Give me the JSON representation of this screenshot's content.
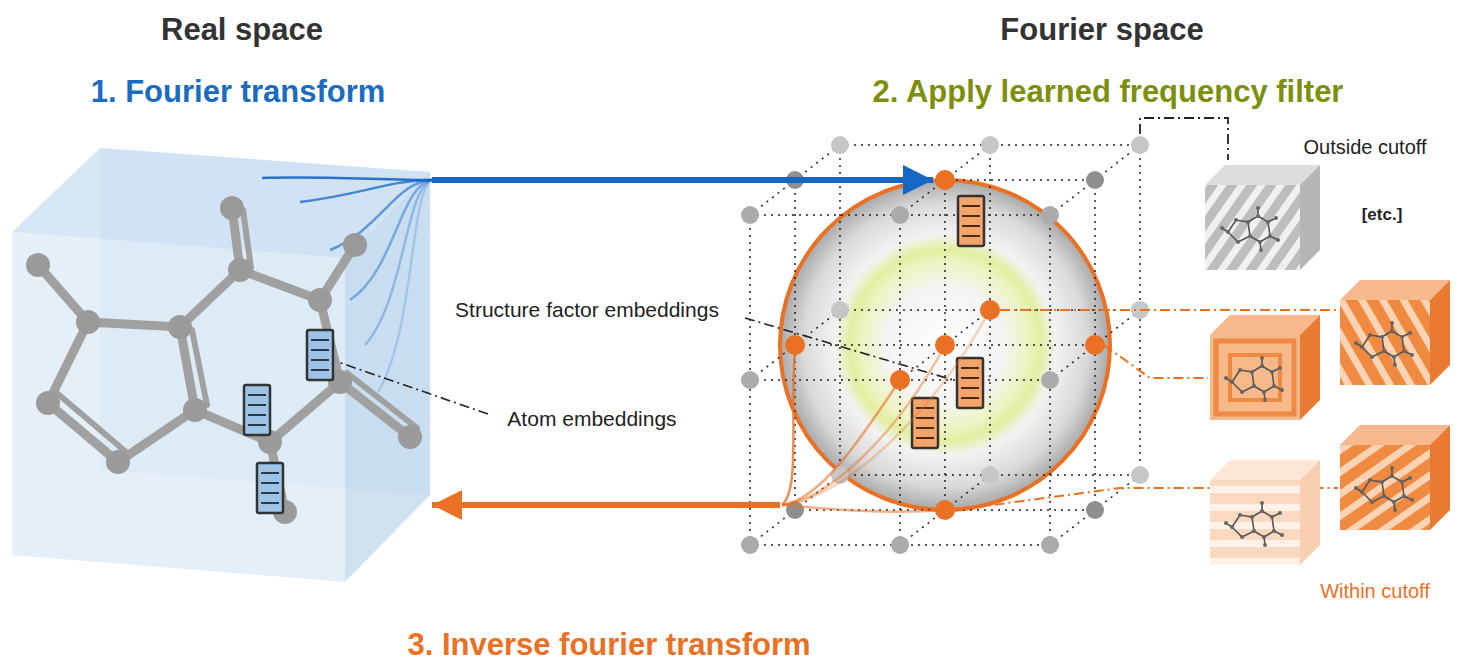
{
  "diagram": {
    "nodes": [
      {
        "text": [
          "Real space"
        ]
      },
      {
        "text": [
          "Fourier space"
        ]
      }
    ],
    "edges": [
      {
        "from": 0,
        "to": 1,
        "arrow": "to"
      },
      {
        "from": 1,
        "to": 0,
        "arrow": "to"
      }
    ],
    "labels": [
      "1. Fourier transform",
      "2. Apply learned frequency filter",
      "3. Inverse fourier transform",
      "Structure factor embeddings",
      "Atom embeddings",
      "Outside cutoff",
      "[etc.]",
      "Within cutoff"
    ]
  }
}
